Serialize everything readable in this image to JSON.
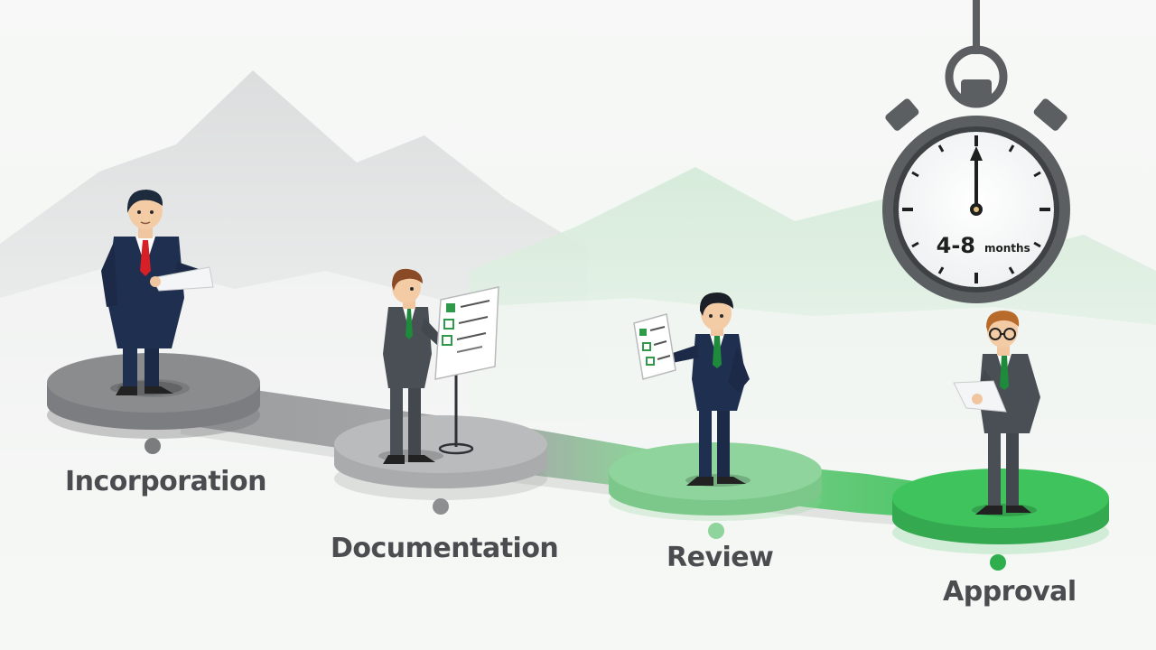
{
  "stages": [
    {
      "label": "Incorporation",
      "status": "past"
    },
    {
      "label": "Documentation",
      "status": "past"
    },
    {
      "label": "Review",
      "status": "current"
    },
    {
      "label": "Approval",
      "status": "final"
    }
  ],
  "timer": {
    "duration_value": "4-8",
    "duration_unit": "months"
  },
  "colors": {
    "platform_gray_dark": "#8a8c8e",
    "platform_gray_light": "#b9bbbc",
    "platform_green_light": "#8ed49c",
    "platform_green": "#3fc45d",
    "suit_navy": "#1f2f4f",
    "suit_gray": "#4a4f55",
    "tie_red": "#d61f26",
    "tie_green": "#1e8a3c",
    "label_text": "#4a4d4f",
    "stopwatch_case": "#5c5f62"
  }
}
